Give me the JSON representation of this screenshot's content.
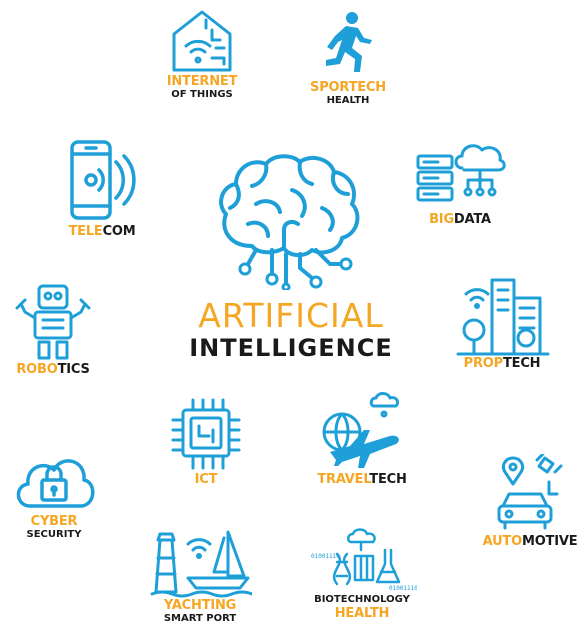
{
  "center": {
    "title_line1": "ARTIFICIAL",
    "title_line2": "INTELLIGENCE"
  },
  "items": {
    "iot": {
      "accent": "INTERNET",
      "sub": "OF THINGS"
    },
    "sportech": {
      "accent": "SPORTECH",
      "sub": "HEALTH"
    },
    "telecom": {
      "accent": "TELE",
      "rest": "COM"
    },
    "bigdata": {
      "accent": "BIG",
      "rest": "DATA"
    },
    "robotics": {
      "accent": "ROBO",
      "rest": "TICS"
    },
    "proptech": {
      "accent": "PROP",
      "rest": "TECH"
    },
    "ict": {
      "accent": "ICT"
    },
    "traveltech": {
      "accent": "TRAVEL",
      "rest": "TECH"
    },
    "cyber": {
      "accent": "CYBER",
      "sub": "SECURITY"
    },
    "automotive": {
      "accent": "AUTO",
      "rest": "MOTIVE"
    },
    "yachting": {
      "accent": "YACHTING",
      "sub": "SMART PORT"
    },
    "biotech": {
      "sub": "BIOTECHNOLOGY",
      "accent": "HEALTH"
    }
  },
  "colors": {
    "icon_blue": "#1e9fd8",
    "accent_orange": "#f5a623",
    "text_dark": "#1a1a1a"
  }
}
